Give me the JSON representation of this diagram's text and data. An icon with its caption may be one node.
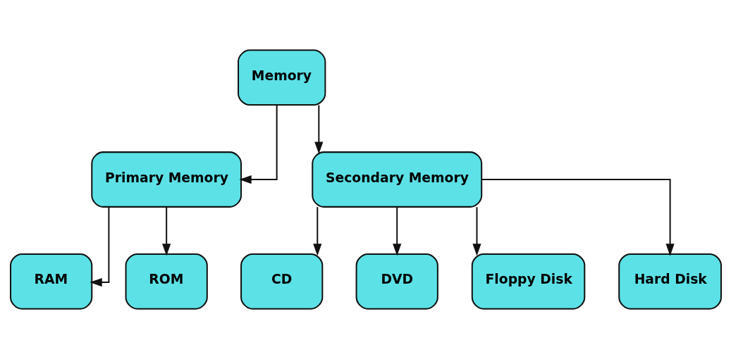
{
  "diagram": {
    "nodes": [
      {
        "text": [
          "Memory"
        ]
      },
      {
        "text": [
          "Primary Memory"
        ]
      },
      {
        "text": [
          "Secondary Memory"
        ]
      },
      {
        "text": [
          "RAM"
        ]
      },
      {
        "text": [
          "ROM"
        ]
      },
      {
        "text": [
          "CD"
        ]
      },
      {
        "text": [
          "DVD"
        ]
      },
      {
        "text": [
          "Floppy Disk"
        ]
      },
      {
        "text": [
          "Hard Disk"
        ]
      }
    ],
    "edges": [
      {
        "from": 0,
        "to": 1,
        "arrow": "to"
      },
      {
        "from": 0,
        "to": 2,
        "arrow": "to"
      },
      {
        "from": 1,
        "to": 3,
        "arrow": "to"
      },
      {
        "from": 1,
        "to": 4,
        "arrow": "to"
      },
      {
        "from": 2,
        "to": 5,
        "arrow": "to"
      },
      {
        "from": 2,
        "to": 6,
        "arrow": "to"
      },
      {
        "from": 2,
        "to": 7,
        "arrow": "to"
      },
      {
        "from": 2,
        "to": 8,
        "arrow": "to"
      }
    ]
  }
}
